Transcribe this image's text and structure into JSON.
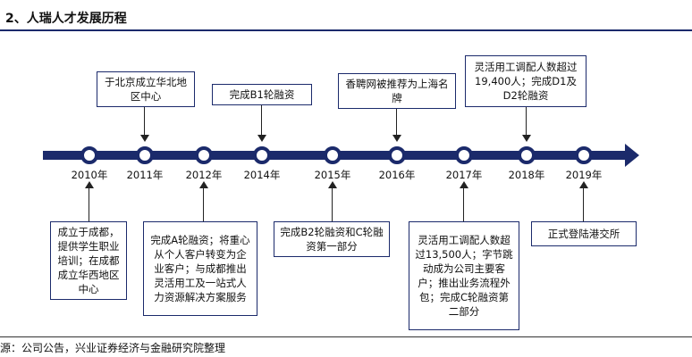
{
  "title": "2、人瑞人才发展历程",
  "source": "源：公司公告，兴业证券经济与金融研究院整理",
  "years": [
    "2010年",
    "2011年",
    "2012年",
    "2014年",
    "2015年",
    "2016年",
    "2017年",
    "2018年",
    "2019年"
  ],
  "events": {
    "y2010": "成立于成都，提供学生职业培训；在成都成立华西地区中心",
    "y2011": "于北京成立华北地区中心",
    "y2012": "完成A轮融资；将重心从个人客户转变为企业客户；与成都推出灵活用工及一站式人力资源解决方案服务",
    "y2014": "完成B1轮融资",
    "y2015": "完成B2轮融资和C轮融资第一部分",
    "y2016": "香聘网被推荐为上海名牌",
    "y2017": "灵活用工调配人数超过13,500人；字节跳动成为公司主要客户；推出业务流程外包；完成C轮融资第二部分",
    "y2018": "灵活用工调配人数超过19,400人；完成D1及D2轮融资",
    "y2019": "正式登陆港交所"
  }
}
